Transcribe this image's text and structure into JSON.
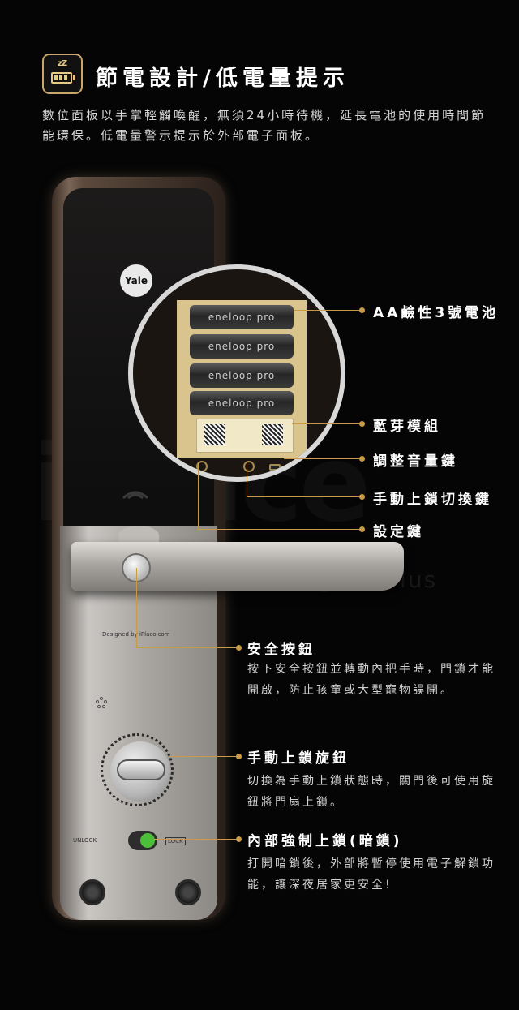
{
  "header": {
    "icon_name": "low-battery-sleep-icon",
    "title": "節電設計/低電量提示"
  },
  "intro": "數位面板以手掌輕觸喚醒，無須24小時待機，延長電池的使用時間節能環保。低電量警示提示於外部電子面板。",
  "device": {
    "brand": "Yale",
    "battery_label": "eneloop pro",
    "unlock_text": "UNLOCK",
    "lock_text": "LOCK",
    "designed_text": "Designed by iPlaco.com",
    "watermark": "iPlace",
    "watermark_sub": "Intelligent Plus"
  },
  "callouts": {
    "battery": "AA鹼性3號電池",
    "bluetooth": "藍芽模組",
    "volume": "調整音量鍵",
    "manual_switch": "手動上鎖切換鍵",
    "settings": "設定鍵"
  },
  "features": [
    {
      "title": "安全按鈕",
      "desc": "按下安全按鈕並轉動內把手時，門鎖才能開啟，防止孩童或大型寵物誤開。"
    },
    {
      "title": "手動上鎖旋鈕",
      "desc": "切換為手動上鎖狀態時，關門後可使用旋鈕將門扇上鎖。"
    },
    {
      "title": "內部強制上鎖(暗鎖)",
      "desc": "打開暗鎖後，外部將暫停使用電子解鎖功能，讓深夜居家更安全!"
    }
  ],
  "colors": {
    "accent": "#c79b47",
    "background": "#050505"
  }
}
